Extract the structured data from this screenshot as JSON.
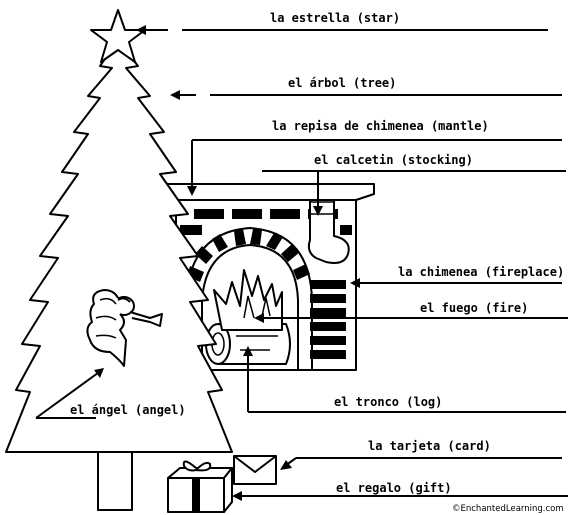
{
  "labels": {
    "star": "la estrella (star)",
    "tree": "el árbol (tree)",
    "mantle": "la repisa de chimenea (mantle)",
    "stocking": "el calcetin (stocking)",
    "fireplace": "la chimenea (fireplace)",
    "fire": "el fuego (fire)",
    "angel": "el ángel (angel)",
    "log": "el tronco (log)",
    "card": "la tarjeta (card)",
    "gift": "el regalo (gift)"
  },
  "copyright": "©EnchantedLearning.com"
}
